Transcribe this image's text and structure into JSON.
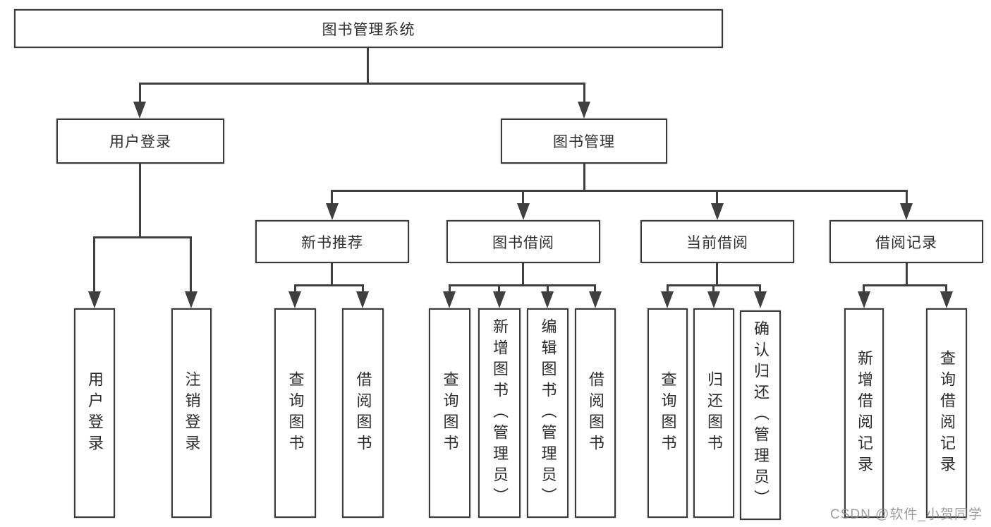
{
  "watermark": "CSDN @软件_小贺同学",
  "colors": {
    "line": "#3f3f3f",
    "border": "#3a3a3a",
    "text": "#2d2d2d",
    "watermark": "#8c8c8c"
  },
  "tree": {
    "root": "图书管理系统",
    "children": [
      {
        "label": "用户登录",
        "children": [
          "用户登录",
          "注销登录"
        ]
      },
      {
        "label": "图书管理",
        "children": [
          {
            "label": "新书推荐",
            "children": [
              "查询图书",
              "借阅图书"
            ]
          },
          {
            "label": "图书借阅",
            "children": [
              "查询图书",
              "新增图书（管理员）",
              "编辑图书（管理员）",
              "借阅图书"
            ]
          },
          {
            "label": "当前借阅",
            "children": [
              "查询图书",
              "归还图书",
              "确认归还（管理员）"
            ]
          },
          {
            "label": "借阅记录",
            "children": [
              "新增借阅记录",
              "查询借阅记录"
            ]
          }
        ]
      }
    ]
  }
}
